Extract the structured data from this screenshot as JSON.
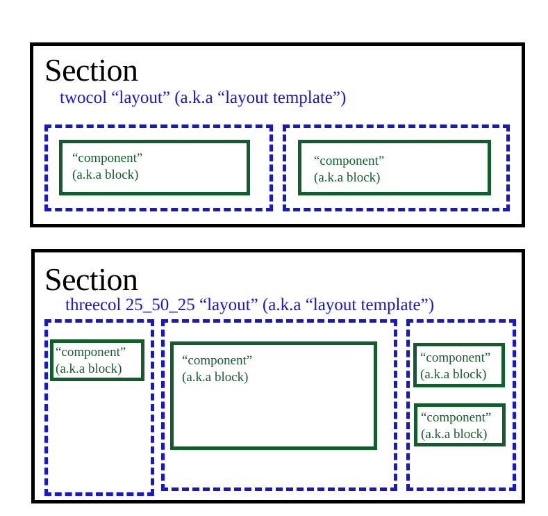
{
  "sections": [
    {
      "title": "Section",
      "layout_label": "twocol “layout” (a.k.a “layout template”)",
      "regions": [
        {
          "blocks": [
            {
              "line1": "“component”",
              "line2": "(a.k.a block)"
            }
          ]
        },
        {
          "blocks": [
            {
              "line1": "“component”",
              "line2": "(a.k.a block)"
            }
          ]
        }
      ]
    },
    {
      "title": "Section",
      "layout_label": "threecol 25_50_25 “layout” (a.k.a “layout template”)",
      "regions": [
        {
          "blocks": [
            {
              "line1": "“component”",
              "line2": "(a.k.a block)"
            }
          ]
        },
        {
          "blocks": [
            {
              "line1": "“component”",
              "line2": "(a.k.a block)"
            }
          ]
        },
        {
          "blocks": [
            {
              "line1": "“component”",
              "line2": "(a.k.a block)"
            },
            {
              "line1": "“component”",
              "line2": "(a.k.a block)"
            }
          ]
        }
      ]
    }
  ],
  "colors": {
    "section_border": "#000000",
    "layout_region": "#1515e0",
    "component_block": "#0f5f2a"
  }
}
